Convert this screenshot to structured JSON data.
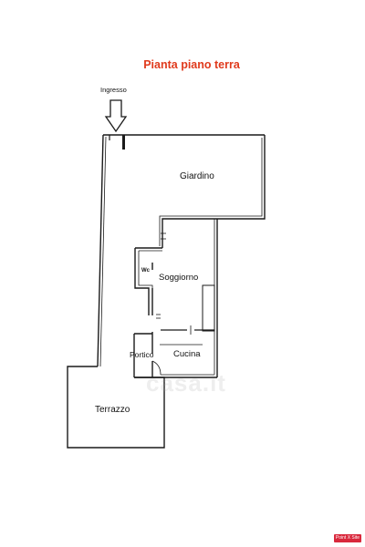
{
  "title": "Pianta piano terra",
  "entrance_label": "Ingresso",
  "rooms": {
    "giardino": "Giardino",
    "wc": "Wc",
    "soggiorno": "Soggiorno",
    "portico": "Portico",
    "cucina": "Cucina",
    "terrazzo": "Terrazzo"
  },
  "watermark": "casa.it",
  "badge": "Point X Site",
  "colors": {
    "title": "#e03a1c",
    "walls": "#1a1a1a",
    "badge": "#d9283c"
  },
  "icons": [
    "entrance-arrow-icon"
  ]
}
